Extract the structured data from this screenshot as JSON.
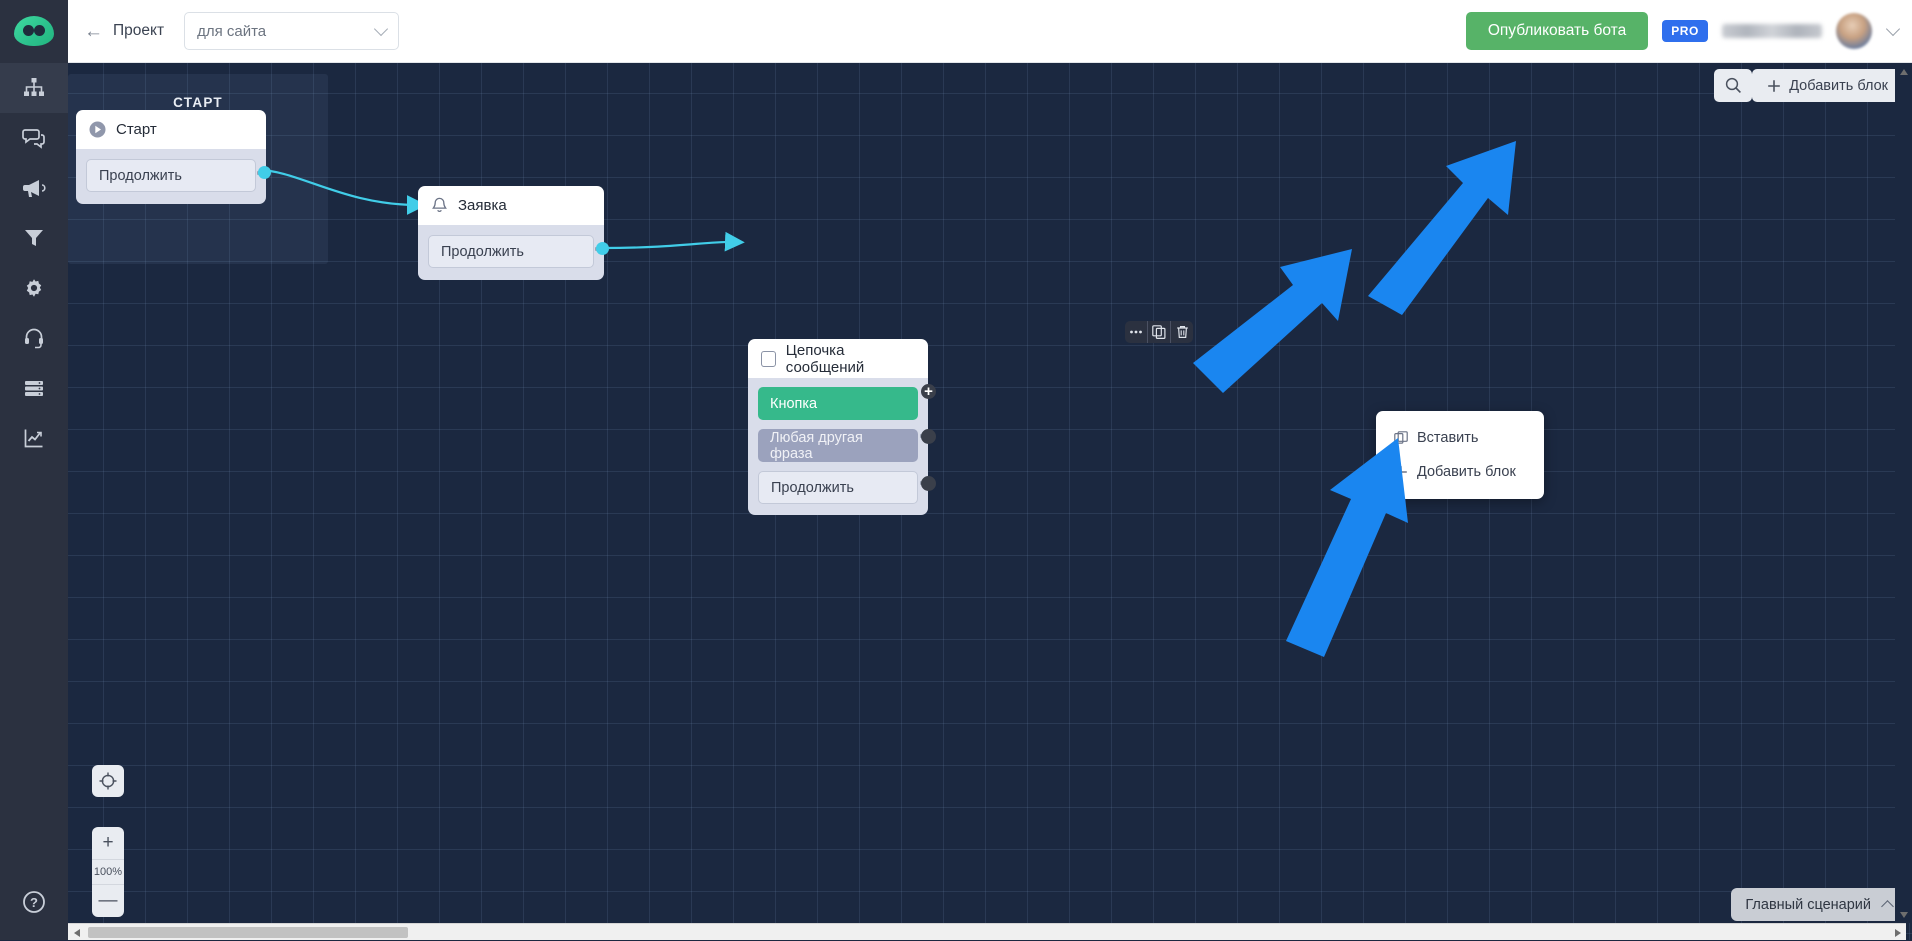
{
  "topbar": {
    "logo_icon": "chat-bubble-logo",
    "back_icon": "back-arrow-icon",
    "project_label": "Проект",
    "project_select_value": "для сайта",
    "publish_label": "Опубликовать бота",
    "pro_badge": "PRO",
    "user_chevron_icon": "chevron-down-icon"
  },
  "sidebar": {
    "items": [
      {
        "icon": "flow-hierarchy-icon",
        "active": true
      },
      {
        "icon": "chat-bubbles-icon",
        "active": false
      },
      {
        "icon": "megaphone-icon",
        "active": false
      },
      {
        "icon": "filter-icon",
        "active": false
      },
      {
        "icon": "gear-icon",
        "active": false
      },
      {
        "icon": "headset-support-icon",
        "active": false
      },
      {
        "icon": "database-server-icon",
        "active": false
      },
      {
        "icon": "analytics-chart-icon",
        "active": false
      }
    ],
    "help_icon": "question-mark-icon"
  },
  "canvas": {
    "start_region_caption": "СТАРТ",
    "nodes": [
      {
        "id": "start",
        "title": "Старт",
        "icon": "play-circle-icon",
        "chips": [
          {
            "label": "Продолжить",
            "style": "plain"
          }
        ]
      },
      {
        "id": "zayavka",
        "title": "Заявка",
        "icon": "bell-icon",
        "chips": [
          {
            "label": "Продолжить",
            "style": "plain"
          }
        ]
      },
      {
        "id": "chain",
        "title": "Цепочка сообщений",
        "icon": "checkbox-unchecked-icon",
        "chips": [
          {
            "label": "Кнопка",
            "style": "green"
          },
          {
            "label": "Любая другая фраза",
            "style": "grey"
          },
          {
            "label": "Продолжить",
            "style": "plain"
          }
        ]
      }
    ],
    "node_toolbar": {
      "more_icon": "ellipsis-icon",
      "duplicate_icon": "copy-icon",
      "delete_icon": "trash-icon"
    },
    "context_menu": {
      "items": [
        {
          "label": "Вставить",
          "icon": "paste-icon"
        },
        {
          "label": "Добавить блок",
          "icon": "plus-icon"
        }
      ]
    },
    "controls": {
      "search_icon": "search-icon",
      "add_block_label": "Добавить блок",
      "add_block_icon": "plus-icon",
      "center_icon": "crosshair-target-icon",
      "zoom_in_label": "+",
      "zoom_level": "100%",
      "zoom_out_label": "—",
      "history_icon": "pie-clock-icon",
      "scenario_label": "Главный сценарий",
      "scenario_chevron_icon": "chevron-up-icon"
    },
    "annotations": {
      "arrow_top_right": "blue-arrow-pointing-to-add-block",
      "arrow_middle": "blue-arrow-pointing-to-plus-handle",
      "arrow_bottom": "blue-arrow-pointing-to-context-menu"
    }
  },
  "colors": {
    "accent_green": "#57b368",
    "chip_green": "#36b98b",
    "chip_grey": "#9ba2bd",
    "pro_blue": "#2f6fed",
    "annotation_blue": "#1a86f0",
    "connector_cyan": "#41cde8",
    "canvas_bg": "#1b2840",
    "sidebar_bg": "#2b3140"
  },
  "scrollbars": {
    "h_left_arrow_icon": "triangle-left-icon",
    "h_right_arrow_icon": "triangle-right-icon",
    "v_up_arrow_icon": "triangle-up-icon",
    "v_down_arrow_icon": "triangle-down-icon"
  }
}
